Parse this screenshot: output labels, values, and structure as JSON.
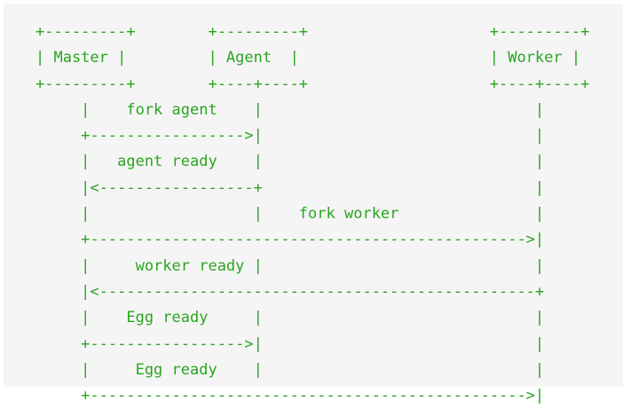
{
  "meta": {
    "kind": "ascii-sequence-diagram",
    "background_color": "#f5f5f5",
    "page_color": "#ffffff",
    "text_color": "#2aa51f",
    "font_family_kind": "monospace"
  },
  "diagram": {
    "participants": [
      {
        "name": "Master",
        "box_label": "| Master |",
        "box_top": "+---------+",
        "box_bottom": "+---------+"
      },
      {
        "name": "Agent",
        "box_label": "| Agent  |",
        "box_top": "+---------+",
        "box_bottom": "+----+----+"
      },
      {
        "name": "Worker",
        "box_label": "| Worker |",
        "box_top": "+---------+",
        "box_bottom": "+----+----+"
      }
    ],
    "messages": [
      {
        "label": "fork agent",
        "from": "Master",
        "to": "Agent",
        "direction": "right"
      },
      {
        "label": "agent ready",
        "from": "Agent",
        "to": "Master",
        "direction": "left"
      },
      {
        "label": "fork worker",
        "from": "Master",
        "to": "Worker",
        "direction": "right"
      },
      {
        "label": "worker ready",
        "from": "Worker",
        "to": "Master",
        "direction": "left"
      },
      {
        "label": "Egg ready",
        "from": "Master",
        "to": "Agent",
        "direction": "right"
      },
      {
        "label": "Egg ready",
        "from": "Master",
        "to": "Worker",
        "direction": "right"
      }
    ],
    "lines": [
      "+---------+         +---------+         +---------+",
      "|  Master |         |  Agent  |         |  Worker |",
      "+---------+         +----+----+         +----+----+",
      "     |       fork agent  |                    |",
      "     +------------------>|                    |",
      "     |      agent ready  |                    |",
      "     |<------------------+                    |",
      "     |                   |    fork worker     |",
      "     +---------------------------------------->|",
      "     |     worker ready  |                    |",
      "     |<----------------------------------------+",
      "     |       Egg ready   |                    |",
      "     +------------------>|                    |",
      "     |       Egg ready   |                    |",
      "     +---------------------------------------->|"
    ]
  }
}
